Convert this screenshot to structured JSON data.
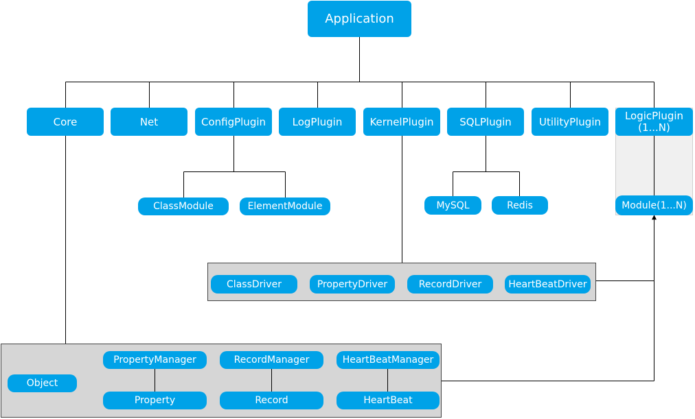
{
  "colors": {
    "node": "#00a2e8",
    "node_text": "#ffffff",
    "connector": "#000000",
    "panel": "#d6d6d6",
    "logic_panel": "#f0f0f0"
  },
  "root": {
    "label": "Application"
  },
  "plugins": {
    "core": "Core",
    "net": "Net",
    "config": "ConfigPlugin",
    "log": "LogPlugin",
    "kernel": "KernelPlugin",
    "sql": "SQLPlugin",
    "utility": "UtilityPlugin",
    "logic_line1": "LogicPlugin",
    "logic_line2": "(1...N)"
  },
  "config_modules": {
    "class": "ClassModule",
    "element": "ElementModule"
  },
  "sql_modules": {
    "mysql": "MySQL",
    "redis": "Redis"
  },
  "logic_module": "Module(1...N)",
  "kernel_drivers": {
    "class": "ClassDriver",
    "property": "PropertyDriver",
    "record": "RecordDriver",
    "heartbeat": "HeartBeatDriver"
  },
  "core_objects": {
    "object": "Object",
    "property_manager": "PropertyManager",
    "record_manager": "RecordManager",
    "heartbeat_manager": "HeartBeatManager",
    "property": "Property",
    "record": "Record",
    "heartbeat": "HeartBeat"
  }
}
